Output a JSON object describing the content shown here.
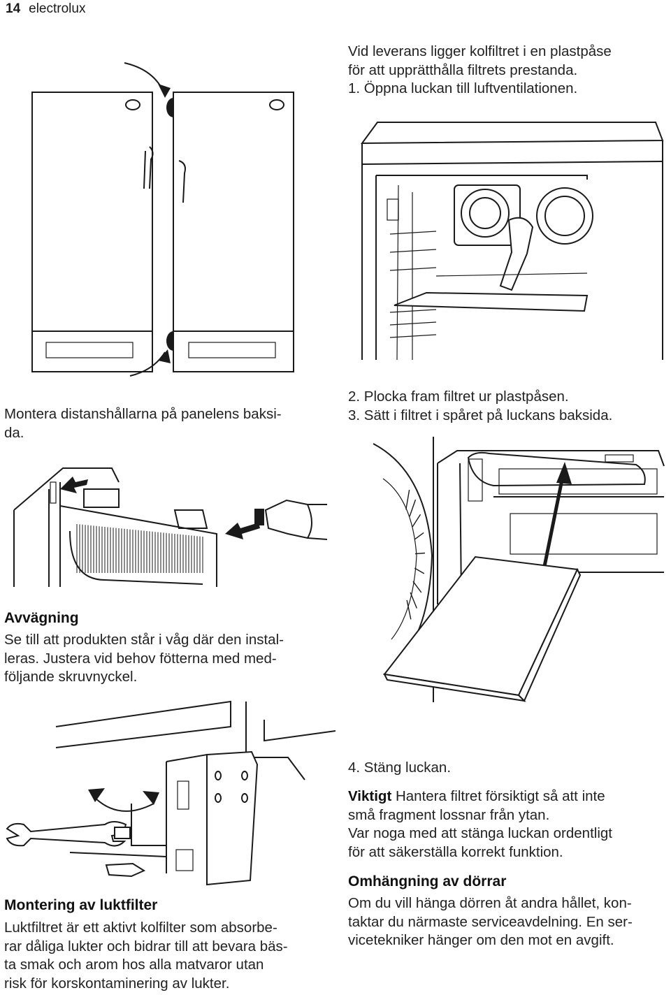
{
  "header": {
    "page_number": "14",
    "brand": "electrolux"
  },
  "right_intro": {
    "lines": [
      "Vid leverans ligger kolfiltret i en plastpåse",
      "för att upprätthålla filtrets prestanda.",
      "1. Öppna luckan till luftventilationen."
    ]
  },
  "left_caption": {
    "lines": [
      "Montera distanshållarna på panelens baksi-",
      "da."
    ]
  },
  "right_steps": {
    "lines": [
      "2. Plocka fram filtret ur plastpåsen.",
      "3. Sätt i filtret i spåret på luckans baksida."
    ]
  },
  "avvagning": {
    "heading": "Avvägning",
    "lines": [
      "Se till att produkten står i våg där den instal-",
      "leras. Justera vid behov fötterna med med-",
      "följande skruvnyckel."
    ]
  },
  "step4": {
    "text": "4. Stäng luckan."
  },
  "viktigt": {
    "label": "Viktigt",
    "line1_rest": " Hantera filtret försiktigt så att inte",
    "lines": [
      "små fragment lossnar från ytan.",
      "Var noga med att stänga luckan ordentligt",
      "för att säkerställa korrekt funktion."
    ]
  },
  "omhangning": {
    "heading": "Omhängning av dörrar",
    "lines": [
      "Om du vill hänga dörren åt andra hållet, kon-",
      "taktar du närmaste serviceavdelning. En ser-",
      "vicetekniker hänger om den mot en avgift."
    ]
  },
  "luktfilter": {
    "heading": "Montering av luktfilter",
    "lines": [
      "Luktfiltret är ett aktivt kolfilter som absorbe-",
      "rar dåliga lukter och bidrar till att bevara bäs-",
      "ta smak och arom hos alla matvaror utan",
      "risk för korskontaminering av lukter."
    ]
  },
  "illustrations": {
    "fig1": "two-panels-spacers-illustration",
    "fig2": "open-vent-cover-illustration",
    "fig3": "insert-spacer-back-illustration",
    "fig4": "insert-filter-illustration",
    "fig5": "adjust-feet-wrench-illustration"
  }
}
